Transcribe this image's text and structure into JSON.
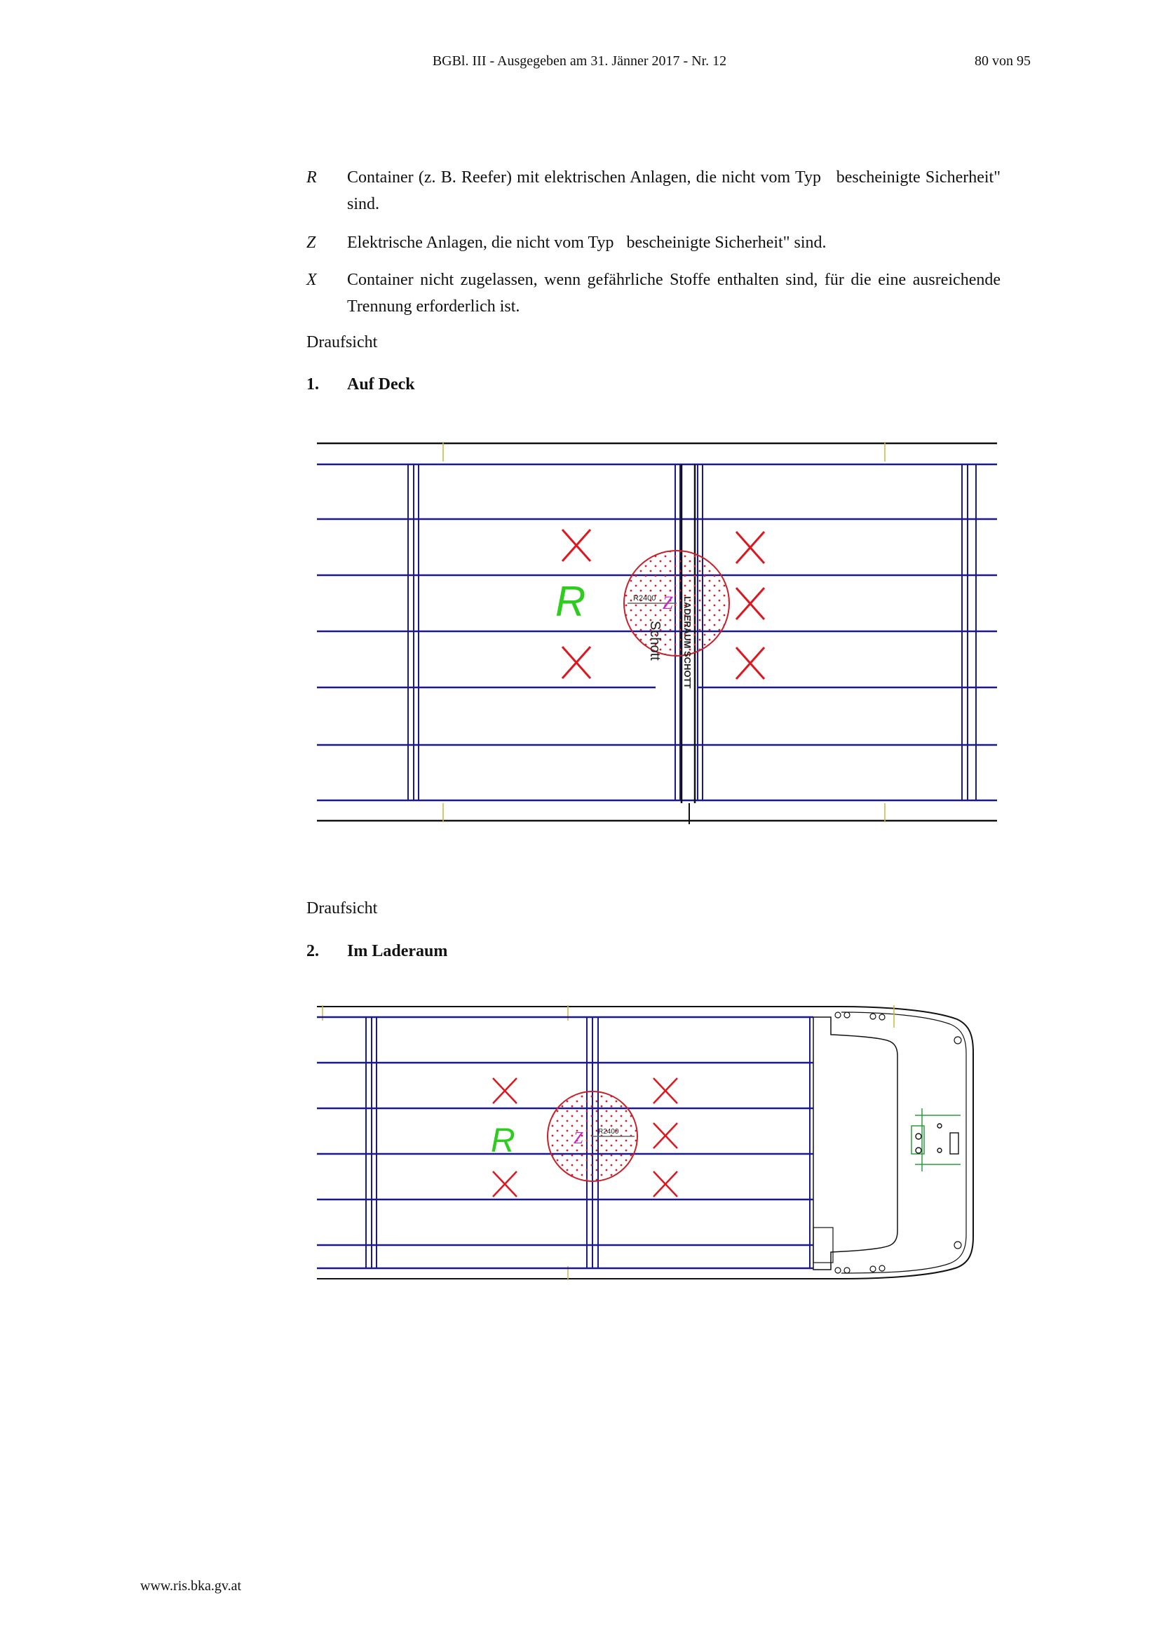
{
  "header": {
    "citation": "BGBl. III - Ausgegeben am 31. Jänner 2017 - Nr. 12",
    "page": "80 von 95"
  },
  "legend": [
    {
      "symbol": "R",
      "text": "Container (z. B. Reefer) mit elektrischen Anlagen, die nicht vom Typ   bescheinigte Sicherheit\" sind."
    },
    {
      "symbol": "Z",
      "text": "Elektrische Anlagen, die nicht vom Typ   bescheinigte Sicherheit\" sind."
    },
    {
      "symbol": "X",
      "text": "Container nicht zugelassen, wenn gefährliche Stoffe enthalten sind, für die eine ausreichende Trennung erforderlich ist."
    }
  ],
  "sections": [
    {
      "view": "Draufsicht",
      "number": "1.",
      "title": "Auf Deck"
    },
    {
      "view": "Draufsicht",
      "number": "2.",
      "title": "Im Laderaum"
    }
  ],
  "drawing1": {
    "r_label": "R",
    "z_label": "Z",
    "radius_label": "R2400",
    "bulkhead_label": "LADERAUM SCHOTT",
    "schott_label": "Schott"
  },
  "drawing2": {
    "r_label": "R",
    "z_label": "Z",
    "radius_label": "R2400"
  },
  "colors": {
    "line": "#1a1a8c",
    "mark_x": "#e0161f",
    "mark_r": "#2ecc1f",
    "mark_z": "#cc22cc",
    "circle": "#c8202a"
  },
  "footer": {
    "url": "www.ris.bka.gv.at"
  }
}
